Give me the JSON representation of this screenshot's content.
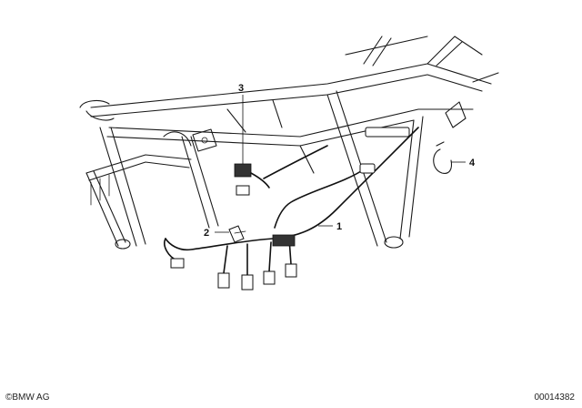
{
  "diagram": {
    "callouts": [
      {
        "label": "1"
      },
      {
        "label": "2"
      },
      {
        "label": "3"
      },
      {
        "label": "4"
      }
    ]
  },
  "footer": {
    "copyright_mark": "©",
    "copyright_text": "BMW AG",
    "drawing_number": "00014382"
  }
}
